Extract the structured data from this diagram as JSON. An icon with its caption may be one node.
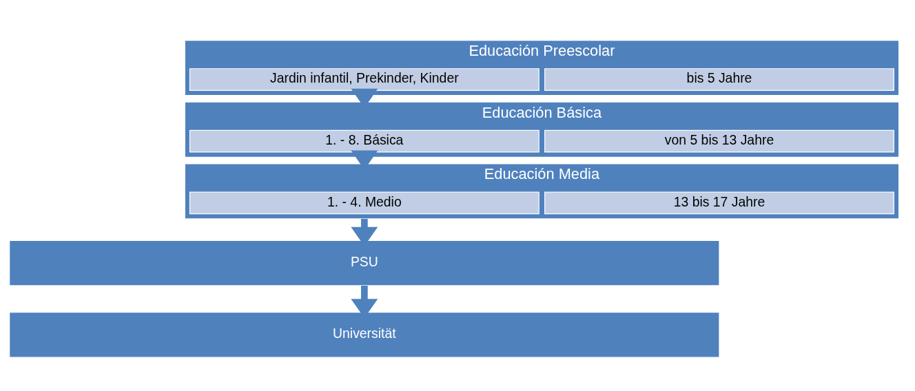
{
  "diagram": {
    "nodes": [
      {
        "text": [
          "Educación Preescolar"
        ]
      },
      {
        "text": [
          "Jardin infantil, Prekinder, Kinder"
        ],
        "in": 0
      },
      {
        "text": [
          "bis 5 Jahre"
        ],
        "in": 0
      },
      {
        "text": [
          "Educación Básica"
        ]
      },
      {
        "text": [
          "1. - 8. Básica"
        ],
        "in": 3
      },
      {
        "text": [
          "von 5 bis 13 Jahre"
        ],
        "in": 3
      },
      {
        "text": [
          "Educación Media"
        ]
      },
      {
        "text": [
          "1. - 4. Medio"
        ],
        "in": 6
      },
      {
        "text": [
          "13 bis 17 Jahre"
        ],
        "in": 6
      },
      {
        "text": [
          "PSU"
        ]
      },
      {
        "text": [
          "Universität"
        ]
      }
    ],
    "edges": [
      {
        "from": 0,
        "to": 3,
        "arrow": "to"
      },
      {
        "from": 3,
        "to": 6,
        "arrow": "to"
      },
      {
        "from": 6,
        "to": 9,
        "arrow": "to"
      },
      {
        "from": 9,
        "to": 10,
        "arrow": "to"
      }
    ]
  }
}
